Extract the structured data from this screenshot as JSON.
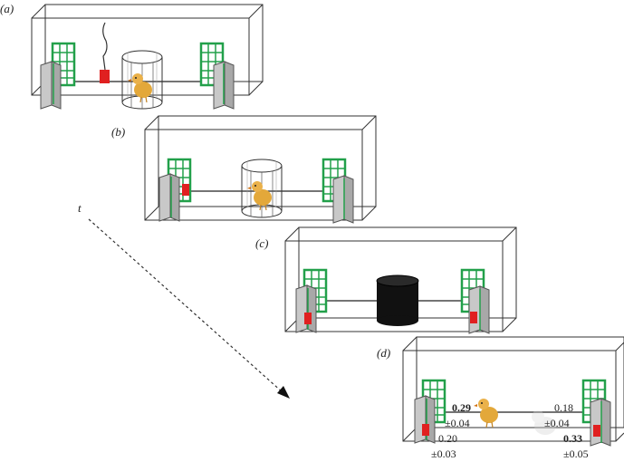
{
  "panels": {
    "a": {
      "label": "(a)"
    },
    "b": {
      "label": "(b)"
    },
    "c": {
      "label": "(c)"
    },
    "d": {
      "label": "(d)",
      "values": {
        "left_top": "0.29",
        "left_top_sd": "±0.04",
        "left_bottom": "0.20",
        "left_bottom_sd": "±0.03",
        "right_top": "0.18",
        "right_top_sd": "±0.04",
        "right_bottom": "0.33",
        "right_bottom_sd": "±0.05"
      }
    }
  },
  "time_axis": {
    "label": "t"
  },
  "colors": {
    "screen_green": "#22a04a",
    "pillar_grey": "#c4c4c4",
    "marker_red": "#e02020",
    "chick": "#e0a030",
    "occluder": "#111111"
  }
}
